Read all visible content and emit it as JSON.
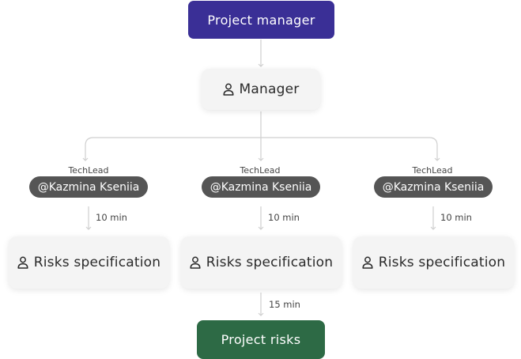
{
  "top_node": {
    "label": "Project manager"
  },
  "manager_node": {
    "label": "Manager",
    "icon": "person-icon"
  },
  "branches": [
    {
      "role": "TechLead",
      "assignee": "@Kazmina Kseniia",
      "duration": "10 min",
      "task": "Risks specification",
      "icon": "person-icon"
    },
    {
      "role": "TechLead",
      "assignee": "@Kazmina Kseniia",
      "duration": "10 min",
      "task": "Risks specification",
      "icon": "person-icon"
    },
    {
      "role": "TechLead",
      "assignee": "@Kazmina Kseniia",
      "duration": "10 min",
      "task": "Risks specification",
      "icon": "person-icon"
    }
  ],
  "final_duration": "15 min",
  "bottom_node": {
    "label": "Project risks"
  },
  "colors": {
    "top_node": "#3a2f96",
    "bottom_node": "#2d6a45",
    "assignee_tag": "#555555",
    "connector": "#cfcfcf"
  }
}
